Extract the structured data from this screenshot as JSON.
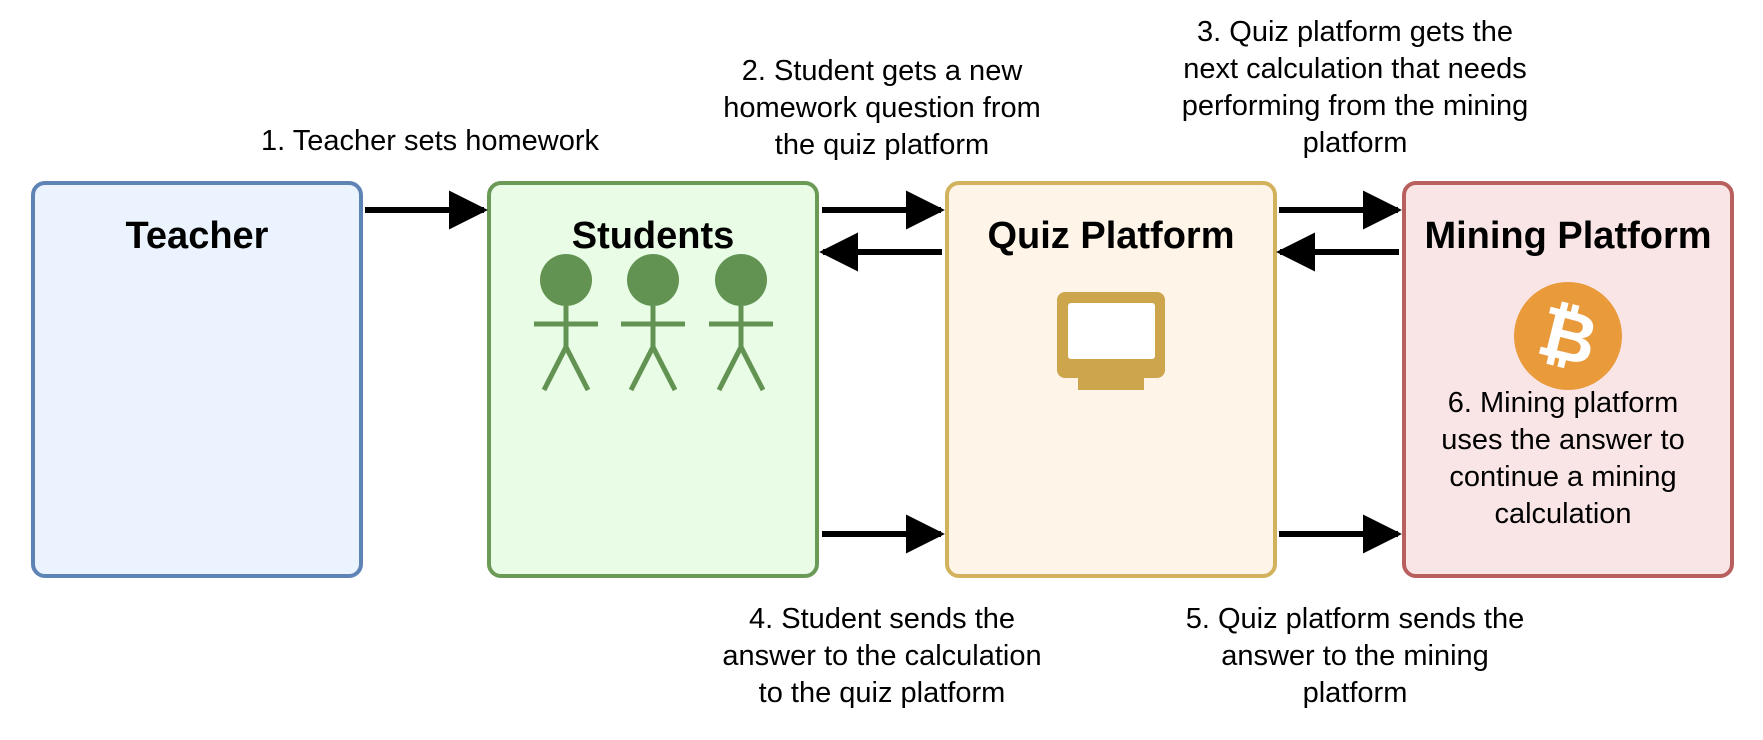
{
  "boxes": {
    "teacher": {
      "title": "Teacher",
      "fill": "#EAF3FE",
      "stroke": "#5E84B5"
    },
    "students": {
      "title": "Students",
      "fill": "#E9FCE5",
      "stroke": "#6B9A56"
    },
    "quiz": {
      "title": "Quiz Platform",
      "fill": "#FEF4E7",
      "stroke": "#D2B25D"
    },
    "mining": {
      "title": "Mining Platform",
      "fill": "#FAE5E6",
      "stroke": "#B7605E"
    }
  },
  "steps": {
    "s1": [
      "1. Teacher sets homework"
    ],
    "s2": [
      "2. Student gets a new",
      "homework question from",
      "the quiz platform"
    ],
    "s3": [
      "3. Quiz platform gets the",
      "next calculation that needs",
      "performing from the mining",
      "platform"
    ],
    "s4": [
      "4. Student sends the",
      "answer to the calculation",
      "to the quiz platform"
    ],
    "s5": [
      "5. Quiz platform sends the",
      "answer to the mining",
      "platform"
    ],
    "s6": [
      "6. Mining platform",
      "uses the answer to",
      "continue a mining",
      "calculation"
    ]
  },
  "icons": {
    "student_figures": [
      "person-icon",
      "person-icon",
      "person-icon"
    ],
    "monitor": "monitor-icon",
    "bitcoin": {
      "name": "bitcoin-icon",
      "glyph": "₿",
      "color": "#E99A3A"
    }
  },
  "colors": {
    "person": "#629352",
    "monitor": "#CCA54D",
    "arrow": "#000000"
  }
}
